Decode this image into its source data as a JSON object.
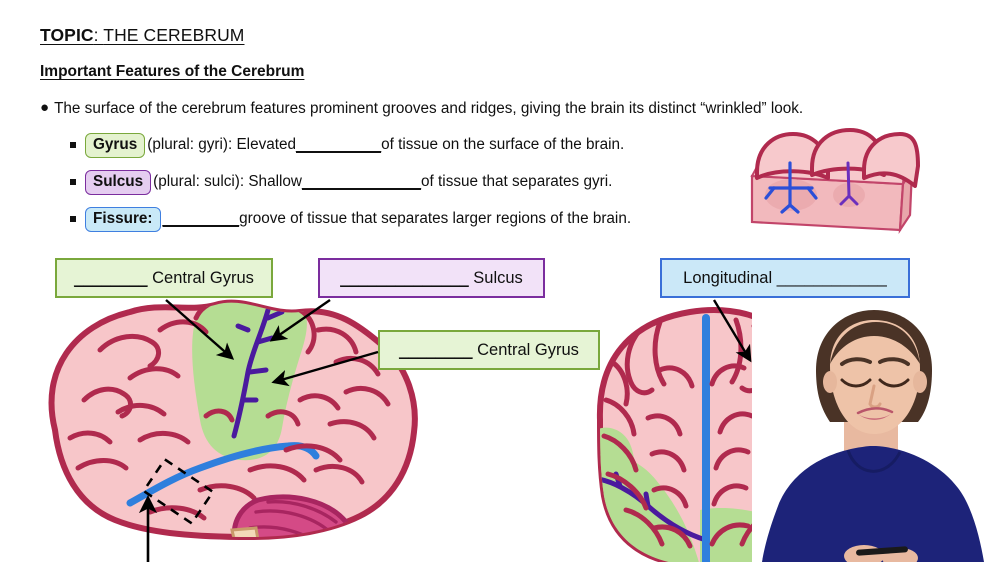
{
  "slide": {
    "topic_label": "TOPIC",
    "topic_sep": ": ",
    "topic_value": "THE CEREBRUM",
    "subheading": "Important Features of the Cerebrum"
  },
  "bullets": {
    "main": "The surface of the cerebrum features prominent grooves and ridges, giving the brain its distinct “wrinkled” look.",
    "items": [
      {
        "tag": "Gyrus",
        "tag_style": "green",
        "text_before_blank": "(plural: gyri): Elevated ",
        "blank": "__________",
        "text_after_blank": " of tissue on the surface of the brain."
      },
      {
        "tag": "Sulcus",
        "tag_style": "purple",
        "text_before_blank": "(plural: sulci): Shallow ",
        "blank": "______________",
        "text_after_blank": " of tissue that separates gyri."
      },
      {
        "tag": "Fissure:",
        "tag_style": "blue",
        "text_before_blank": "",
        "blank": "_________",
        "text_after_blank": " groove of tissue that separates larger regions of the brain."
      }
    ]
  },
  "callouts": [
    {
      "id": "central-gyrus-top",
      "blank": "________",
      "label": " Central Gyrus",
      "style": "green"
    },
    {
      "id": "sulcus",
      "blank": "______________",
      "label": " Sulcus",
      "style": "purple"
    },
    {
      "id": "longitudinal",
      "blank": "",
      "label": "Longitudinal ____________",
      "style": "blue"
    },
    {
      "id": "central-gyrus-second",
      "blank": "________",
      "label": " Central Gyrus",
      "style": "green"
    }
  ],
  "colors": {
    "brain_fill": "#f7c6c9",
    "brain_outline": "#b02a4e",
    "gyri_highlight_green": "#b5dd93",
    "sulcus_purple": "#4a1a9e",
    "fissure_blue": "#2f7fdd",
    "cerebellum": "#d44a86",
    "tag_green_bg": "#e4f2cf",
    "tag_green_border": "#7aa83c",
    "tag_purple_bg": "#e5cdf0",
    "tag_purple_border": "#7b2d9e",
    "tag_blue_bg": "#c9e9f7",
    "tag_blue_border": "#3f7fe0",
    "instructor_top": "#1d2379",
    "background": "#ffffff"
  },
  "figures": {
    "cortex_block": "cortex-block-diagram",
    "brain_lateral": "brain-lateral-view",
    "brain_superior": "brain-superior-view",
    "instructor": "instructor-video-overlay"
  }
}
